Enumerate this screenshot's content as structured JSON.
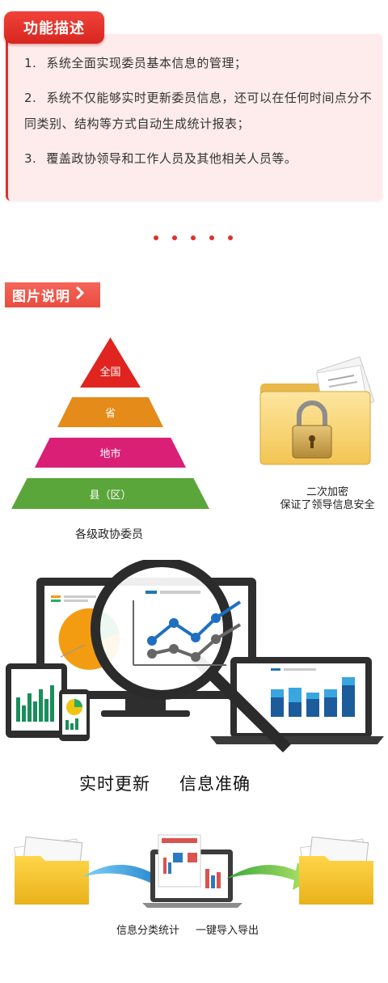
{
  "feature": {
    "title": "功能描述",
    "items": [
      {
        "num": "1.",
        "text": "系统全面实现委员基本信息的管理；"
      },
      {
        "num": "2.",
        "text": "系统不仅能够实时更新委员信息，还可以在任何时间点分不同类别、结构等方式自动生成统计报表；"
      },
      {
        "num": "3.",
        "text": "覆盖政协领导和工作人员及其他相关人员等。"
      }
    ]
  },
  "picture_section": {
    "title": "图片说明",
    "chevron_icon": "chevron-right-icon"
  },
  "pyramid": {
    "levels": [
      "全国",
      "省",
      "地市",
      "县（区）"
    ],
    "colors": [
      "#e0241f",
      "#e48b19",
      "#d92076",
      "#5aa63a"
    ],
    "caption": "各级政协委员"
  },
  "encryption": {
    "line1": "二次加密",
    "line2": "保证了领导信息安全",
    "icon": "locked-folder-icon"
  },
  "realtime": {
    "caption_left": "实时更新",
    "caption_right": "信息准确",
    "icon": "devices-magnifier-icon"
  },
  "import_export": {
    "caption_left": "信息分类统计",
    "caption_right": "一键导入导出",
    "icons": [
      "folder-icon",
      "arrow-right-icon",
      "laptop-report-icon",
      "arrow-right-icon",
      "folder-icon"
    ]
  },
  "colors": {
    "accent": "#e0302c",
    "card_bg": "#fdeceb"
  }
}
